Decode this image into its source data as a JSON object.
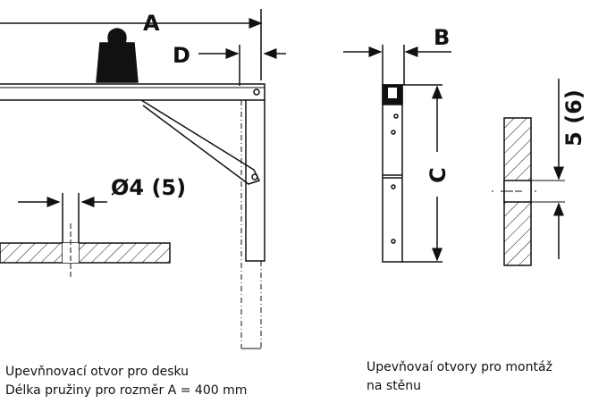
{
  "labels": {
    "A": "A",
    "B": "B",
    "C": "C",
    "D": "D",
    "hole_diameter": "Ø4 (5)",
    "wall_hole": "5 (6)"
  },
  "captions": {
    "left_line1": "Upevňnovací otvor pro desku",
    "left_line2": "Délka pružiny pro rozměr A = 400 mm",
    "right_line1": "Upevňovaí otvory pro montáž",
    "right_line2": "na stěnu"
  }
}
